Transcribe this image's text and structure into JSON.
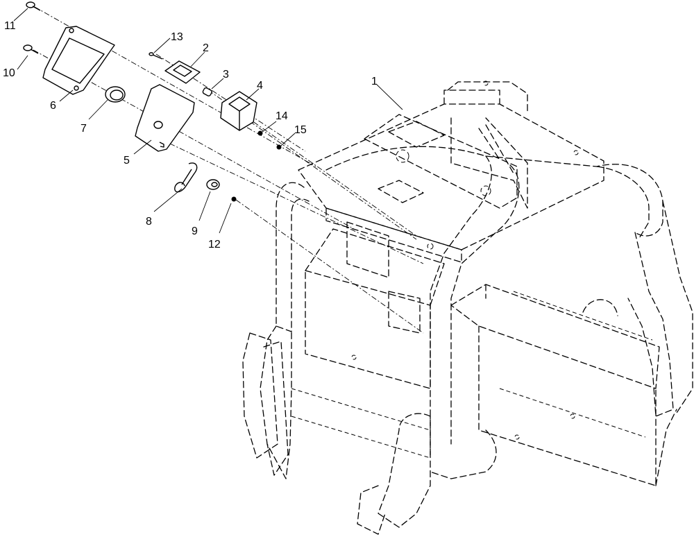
{
  "diagram": {
    "type": "exploded-parts-view",
    "callouts": [
      {
        "id": "c1",
        "label": "1"
      },
      {
        "id": "c2",
        "label": "2"
      },
      {
        "id": "c3",
        "label": "3"
      },
      {
        "id": "c4",
        "label": "4"
      },
      {
        "id": "c5",
        "label": "5"
      },
      {
        "id": "c6",
        "label": "6"
      },
      {
        "id": "c7",
        "label": "7"
      },
      {
        "id": "c8",
        "label": "8"
      },
      {
        "id": "c9",
        "label": "9"
      },
      {
        "id": "c10",
        "label": "10"
      },
      {
        "id": "c11",
        "label": "11"
      },
      {
        "id": "c12",
        "label": "12"
      },
      {
        "id": "c13",
        "label": "13"
      },
      {
        "id": "c14",
        "label": "14"
      },
      {
        "id": "c15",
        "label": "15"
      }
    ]
  }
}
